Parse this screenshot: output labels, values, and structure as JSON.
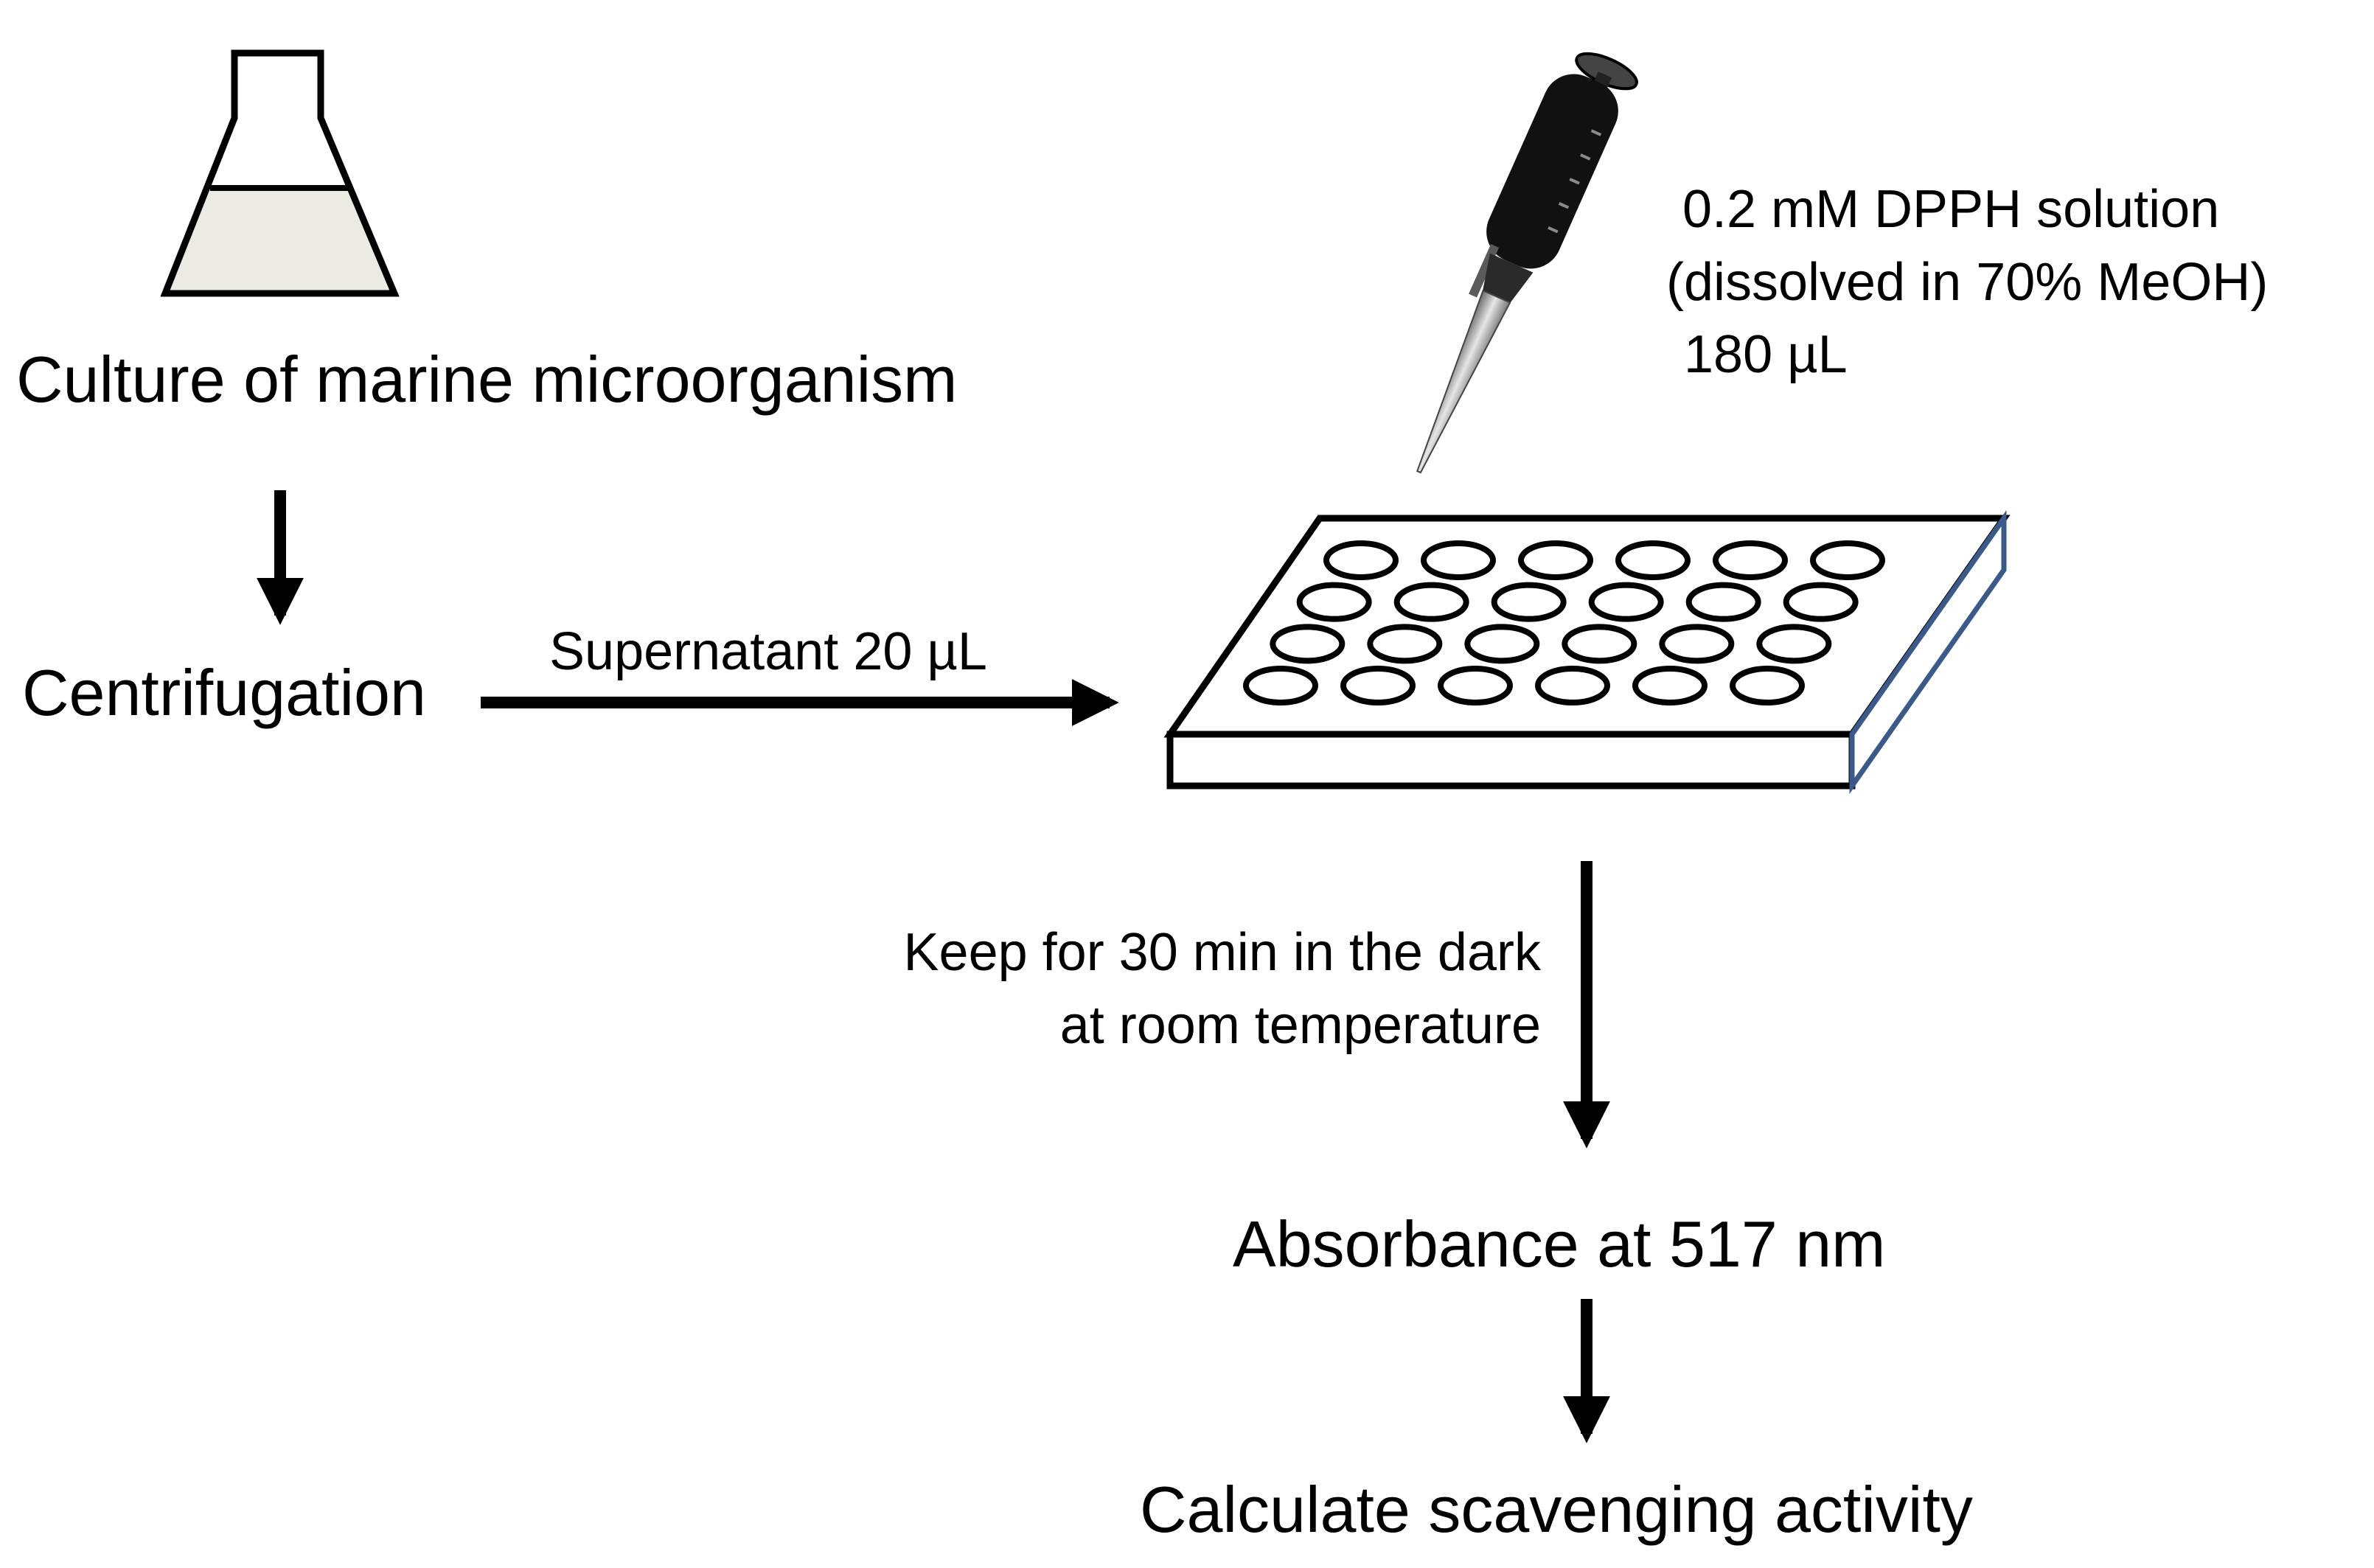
{
  "steps": {
    "culture": "Culture of marine microorganism",
    "centrifugation": "Centrifugation",
    "supernatant": "Supernatant 20 µL",
    "reagent_line1": "0.2 mM DPPH solution",
    "reagent_line2": "(dissolved in 70% MeOH)",
    "reagent_line3": "180 µL",
    "incubate_line1": "Keep for 30 min in the dark",
    "incubate_line2": "at room temperature",
    "absorbance": "Absorbance at 517 nm",
    "calculate": "Calculate scavenging activity"
  },
  "colors": {
    "stroke": "#000000",
    "culture_liquid": "#ebeae3",
    "plate_side_edge": "#3a5a8c",
    "pipette_body": "#111111"
  },
  "icons": {
    "flask": "erlenmeyer-flask-icon",
    "pipette": "micropipette-icon",
    "plate": "well-plate-icon"
  },
  "plate": {
    "rows": 4,
    "columns": 6
  }
}
